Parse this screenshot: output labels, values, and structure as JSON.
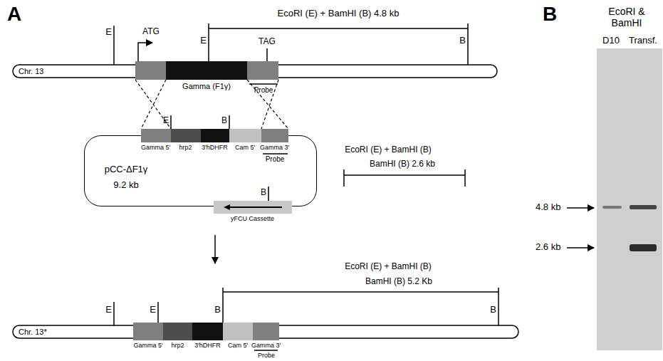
{
  "diagram": {
    "nodes": [
      {
        "text": [
          "Chr. 13"
        ]
      },
      {
        "text": [
          "Gamma (F1γ)"
        ],
        "in": 0
      },
      {
        "text": [
          "pCC-ΔF1γ",
          "9.2 kb"
        ]
      },
      {
        "text": [
          "Gamma 5'"
        ],
        "in": 2
      },
      {
        "text": [
          "hrp2"
        ],
        "in": 2
      },
      {
        "text": [
          "3'hDHFR"
        ],
        "in": 2
      },
      {
        "text": [
          "Cam 5'"
        ],
        "in": 2
      },
      {
        "text": [
          "Gamma 3'"
        ],
        "in": 2
      },
      {
        "text": [
          "yFCU Cassette"
        ],
        "in": 2
      },
      {
        "text": [
          "Chr. 13*"
        ]
      },
      {
        "text": [
          "Gamma 5'"
        ],
        "in": 9
      },
      {
        "text": [
          "hrp2"
        ],
        "in": 9
      },
      {
        "text": [
          "3'hDHFR"
        ],
        "in": 9
      },
      {
        "text": [
          "Cam 5'"
        ],
        "in": 9
      },
      {
        "text": [
          "Gamma 3'"
        ],
        "in": 9
      }
    ],
    "labels": [
      "A",
      "EcoRI (E) + BamHI (B) 4.8 kb",
      "E",
      "ATG",
      "E",
      "TAG",
      "B",
      "Probe",
      "E",
      "B",
      "Probe",
      "B",
      "EcoRI (E) + BamHI (B)",
      "BamHI (B) 2.6 kb",
      "EcoRI (E) + BamHI (B)",
      "BamHI (B) 5.2 Kb",
      "E",
      "E",
      "B",
      "B",
      "Probe",
      "B",
      "EcoRI & BamHI",
      "D10",
      "Transf.",
      "4.8 kb",
      "2.6 kb"
    ]
  }
}
